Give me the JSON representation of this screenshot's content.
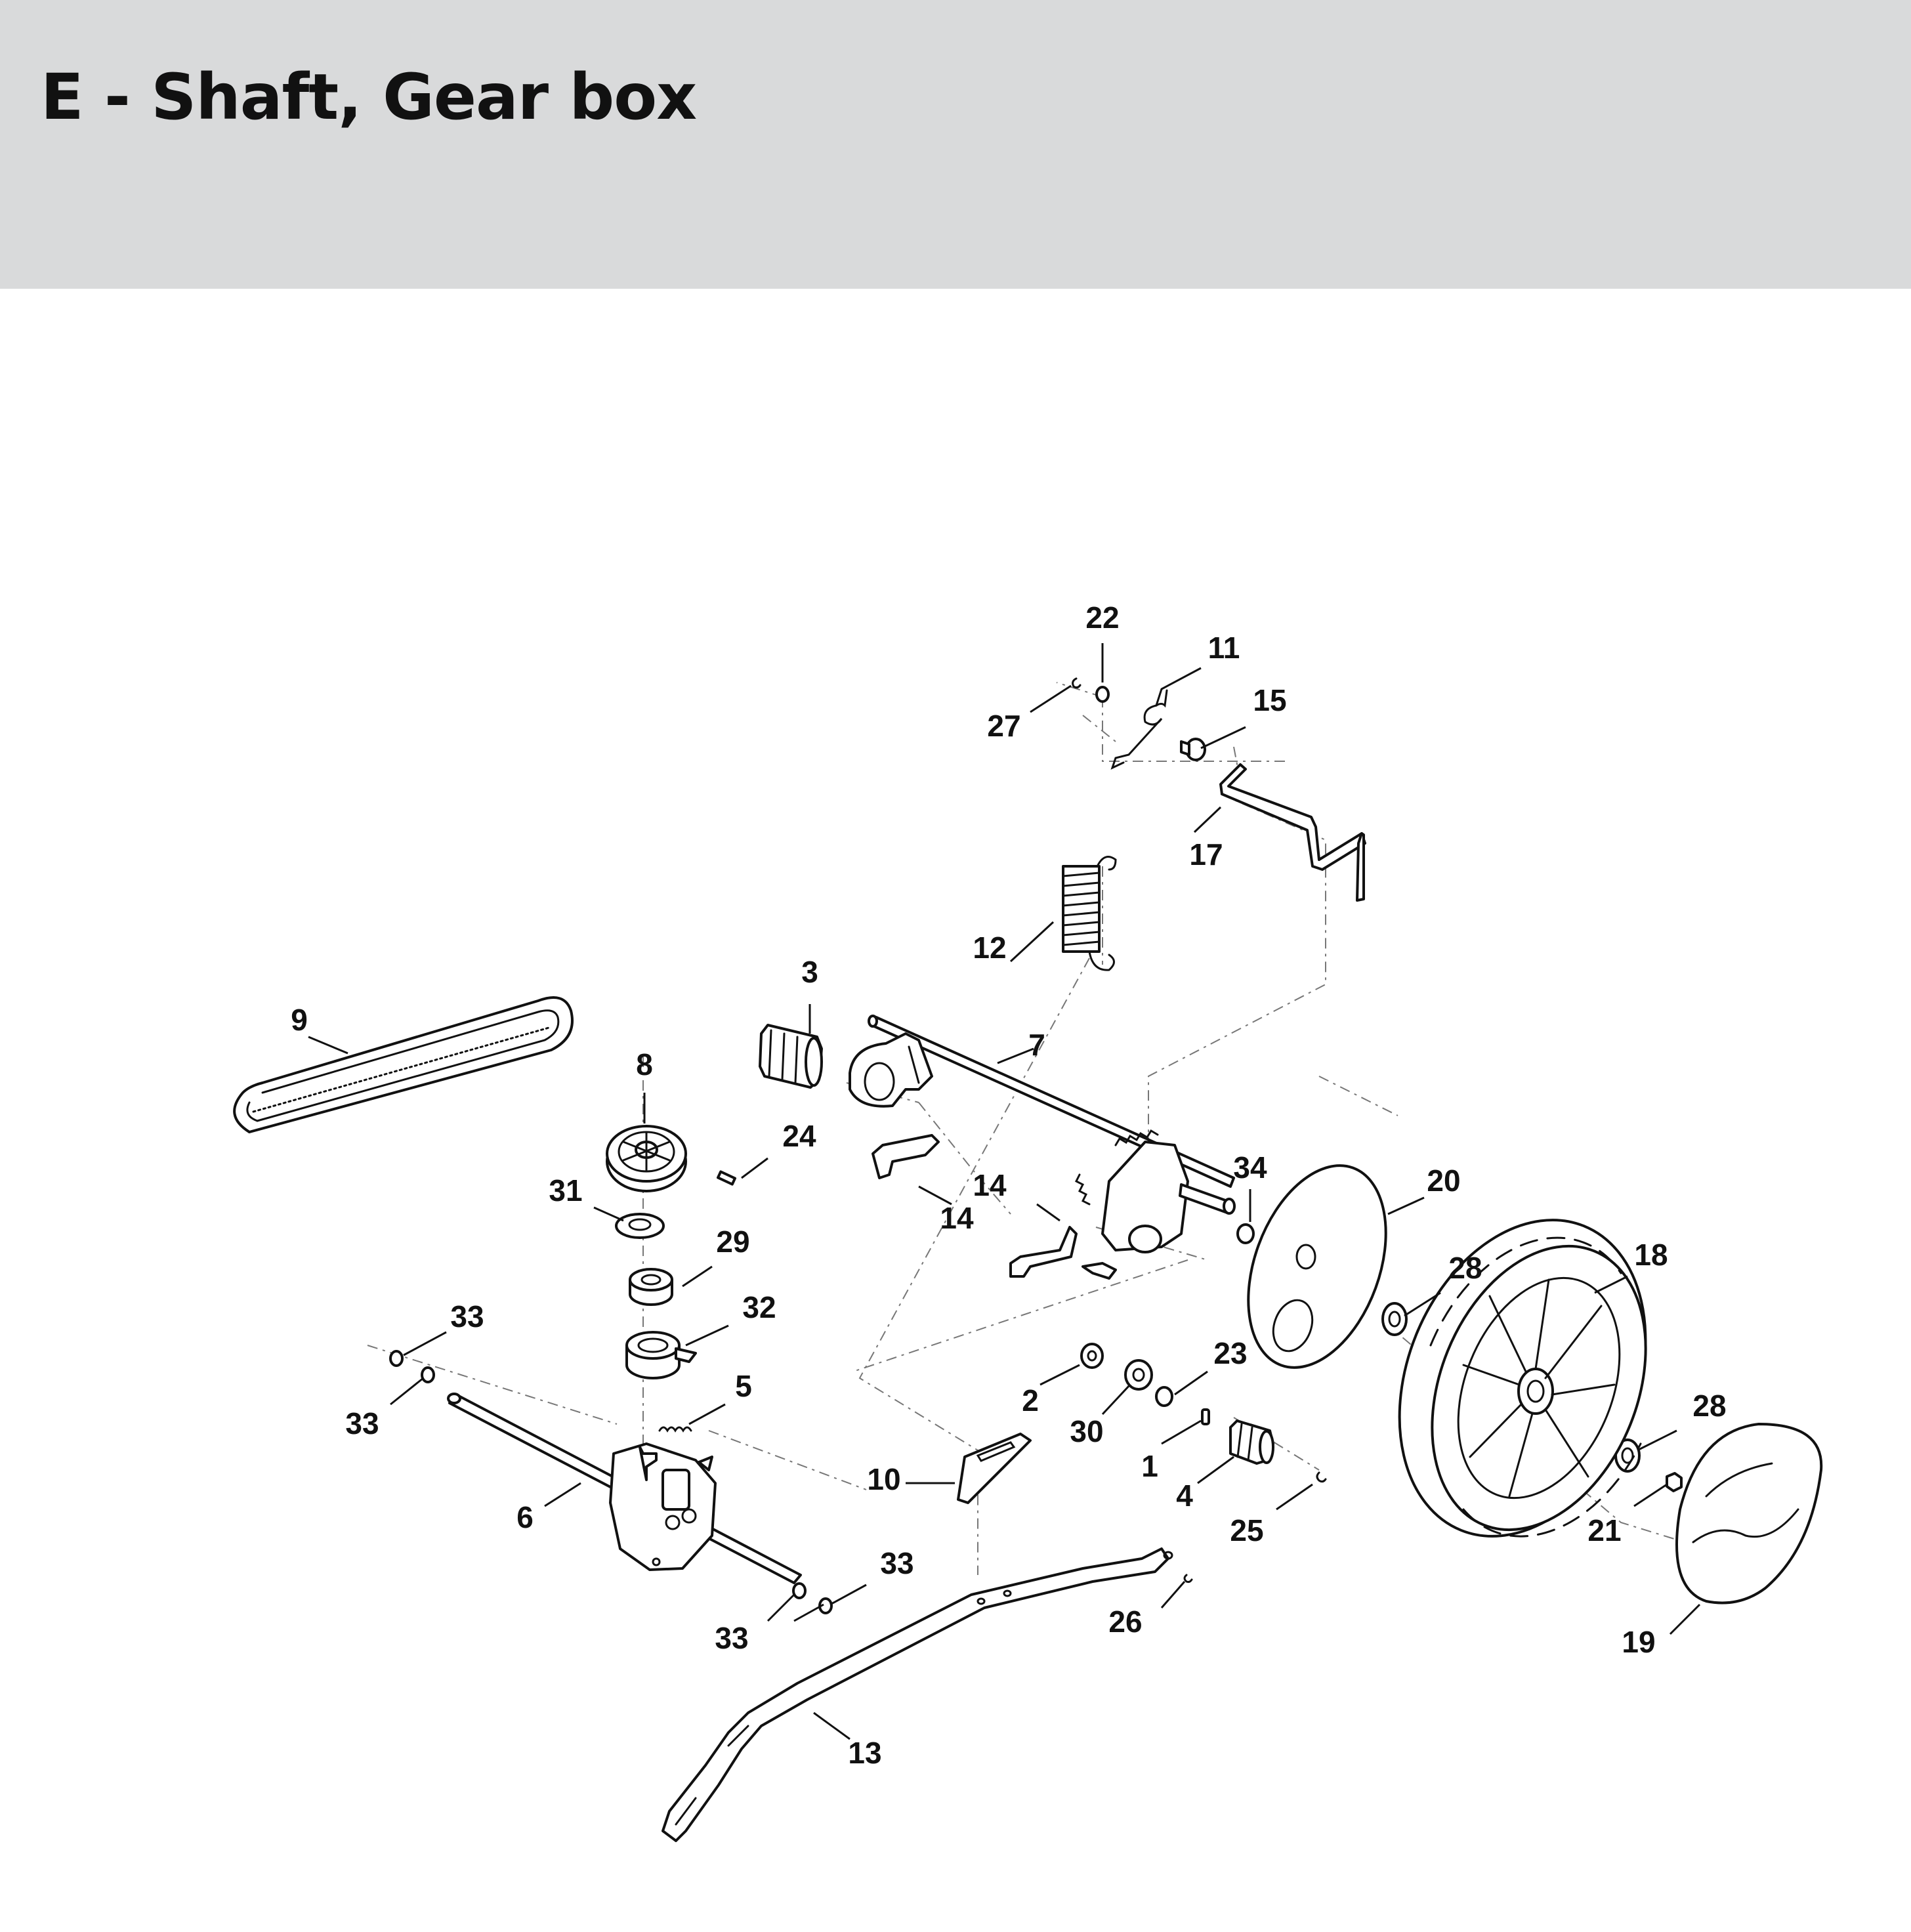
{
  "title": "E - Shaft, Gear box",
  "callouts": [
    "22",
    "11",
    "27",
    "15",
    "17",
    "12",
    "3",
    "7",
    "9",
    "8",
    "24",
    "34",
    "20",
    "14",
    "14",
    "31",
    "29",
    "28",
    "18",
    "32",
    "33",
    "33",
    "5",
    "2",
    "23",
    "30",
    "1",
    "10",
    "28",
    "6",
    "4",
    "25",
    "21",
    "33",
    "33",
    "26",
    "19",
    "13"
  ],
  "icons": {
    "belt": "v-belt-icon",
    "pulley": "pulley-icon",
    "gearbox": "gearbox-icon",
    "shaft": "drive-shaft-icon",
    "wheel": "wheel-icon",
    "hubcap": "hubcap-icon",
    "spring": "tension-spring-icon",
    "lever": "handle-lever-icon"
  }
}
